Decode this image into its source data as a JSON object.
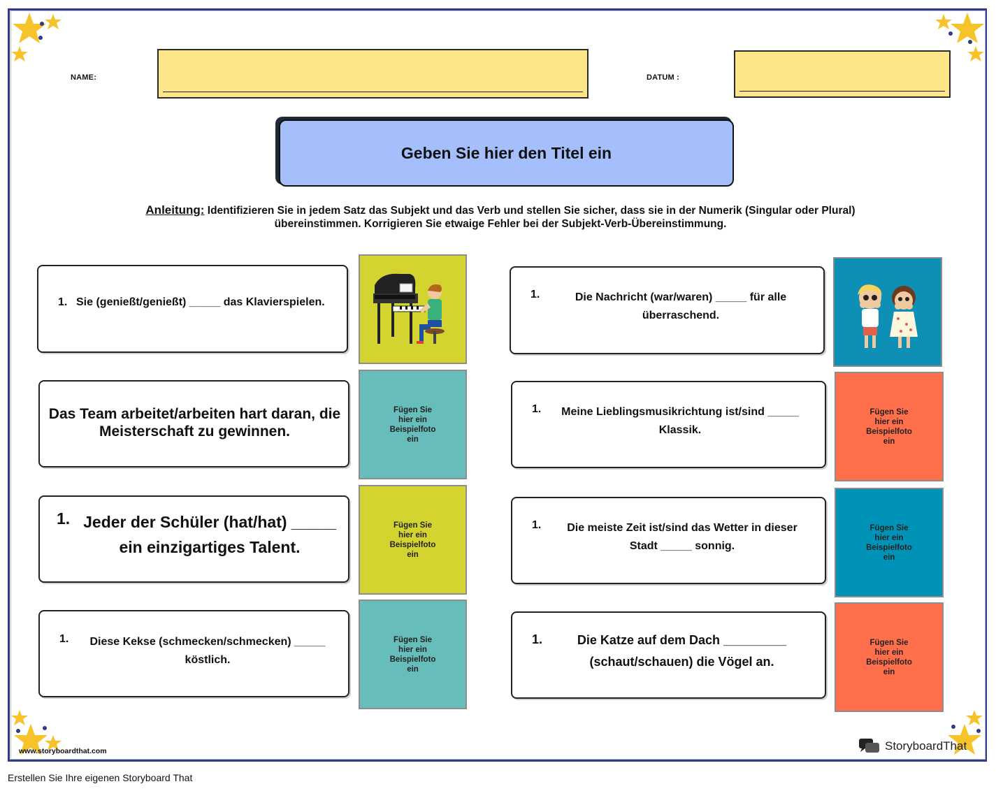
{
  "header": {
    "name_label": "NAME:",
    "date_label": "DATUM :"
  },
  "title": "Geben Sie hier den Titel ein",
  "instructions": {
    "lead": "Anleitung:",
    "text": " Identifizieren Sie in jedem Satz das Subjekt und das Verb und stellen Sie sicher, dass sie in der Numerik (Singular oder Plural) übereinstimmen. Korrigieren Sie etwaige Fehler bei der Subjekt-Verb-Übereinstimmung."
  },
  "left_questions": [
    {
      "number": "1.",
      "text": "Sie (genießt/genießt) _____ das Klavierspielen."
    },
    {
      "number": "",
      "text": "Das Team arbeitet/arbeiten hart daran, die Meisterschaft zu gewinnen."
    },
    {
      "number": "1.",
      "text": "Jeder der Schüler (hat/hat) _____ ein einzigartiges Talent."
    },
    {
      "number": "1.",
      "text": "Diese Kekse (schmecken/schmecken) _____ köstlich."
    }
  ],
  "right_questions": [
    {
      "number": "1.",
      "text": "Die Nachricht (war/waren) _____ für alle überraschend."
    },
    {
      "number": "1.",
      "text": "Meine Lieblingsmusikrichtung ist/sind _____ Klassik."
    },
    {
      "number": "1.",
      "text": "Die meiste Zeit ist/sind das Wetter in dieser Stadt _____ sonnig."
    },
    {
      "number": "1.",
      "text": "Die Katze auf dem Dach _________ (schaut/schauen) die Vögel an."
    }
  ],
  "photo_placeholder": "Fügen Sie hier ein Beispielfoto ein",
  "colors": {
    "yellow_green": "#d4d431",
    "teal": "#66bdb9",
    "blue": "#0093b8",
    "orange": "#ff6f4b",
    "title_fill": "#a5bffc",
    "field_fill": "#fde68a",
    "border_navy": "#2f3b86"
  },
  "footer": {
    "website": "www.storyboardthat.com",
    "brand": "StoryboardThat",
    "credit": "Erstellen Sie Ihre eigenen Storyboard That"
  }
}
